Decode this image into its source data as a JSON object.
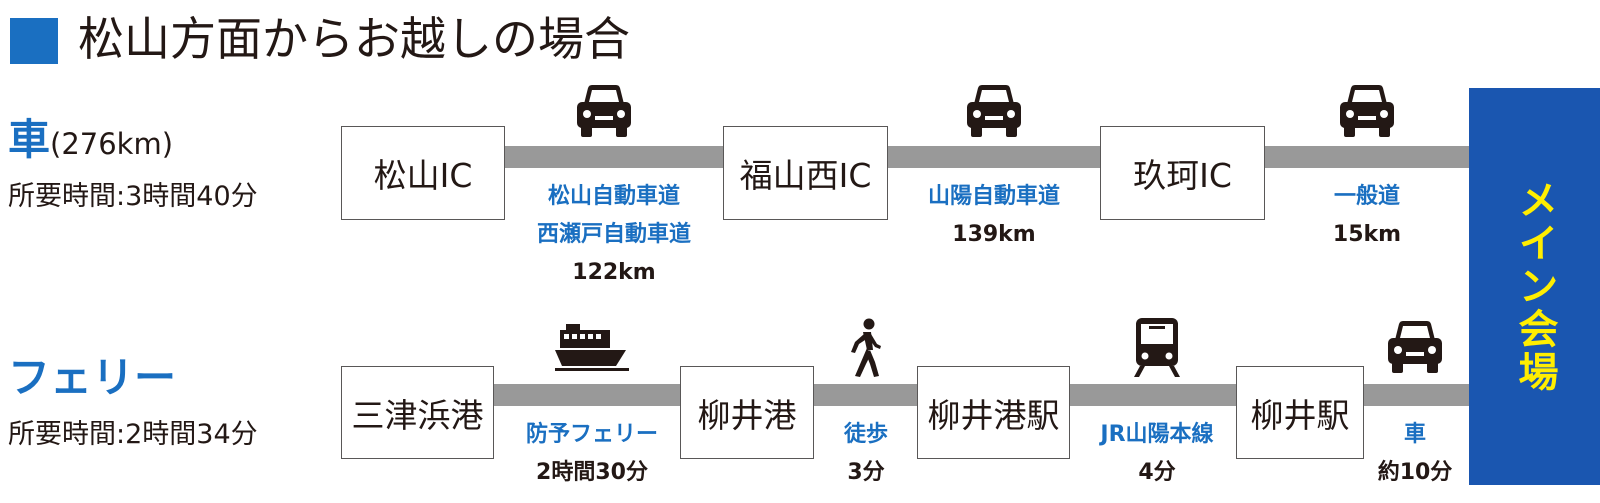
{
  "heading": {
    "icon": "blue-square-icon",
    "text": "松山方面からお越しの場合"
  },
  "venue": {
    "label": "メイン会場"
  },
  "colors": {
    "accent": "#1a6fc1",
    "venue_bg": "#1a56b0",
    "venue_text": "#ffee00",
    "line": "#999999"
  },
  "car_route": {
    "mode": "車",
    "distance": "(276km)",
    "required_time": "所要時間:3時間40分",
    "stops": [
      "松山IC",
      "福山西IC",
      "玖珂IC"
    ],
    "legs": [
      {
        "icon": "car-icon",
        "routes": [
          "松山自動車道",
          "西瀬戸自動車道"
        ],
        "detail": "122km"
      },
      {
        "icon": "car-icon",
        "routes": [
          "山陽自動車道"
        ],
        "detail": "139km"
      },
      {
        "icon": "car-icon",
        "routes": [
          "一般道"
        ],
        "detail": "15km"
      }
    ]
  },
  "ferry_route": {
    "mode": "フェリー",
    "required_time": "所要時間:2時間34分",
    "stops": [
      "三津浜港",
      "柳井港",
      "柳井港駅",
      "柳井駅"
    ],
    "legs": [
      {
        "icon": "ferry-icon",
        "routes": [
          "防予フェリー"
        ],
        "detail": "2時間30分"
      },
      {
        "icon": "walking-person-icon",
        "routes": [
          "徒歩"
        ],
        "detail": "3分"
      },
      {
        "icon": "train-icon",
        "routes": [
          "JR山陽本線"
        ],
        "detail": "4分"
      },
      {
        "icon": "car-icon",
        "routes": [
          "車"
        ],
        "detail": "約10分"
      }
    ]
  }
}
